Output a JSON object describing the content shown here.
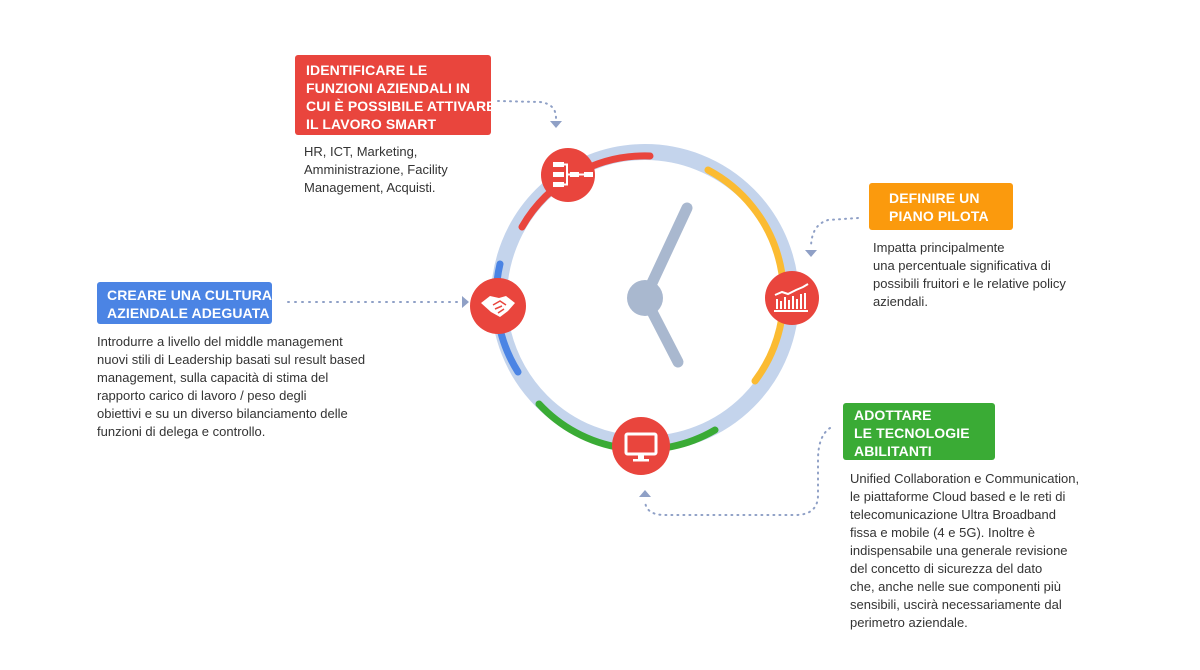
{
  "colors": {
    "red": "#e9453d",
    "blue": "#4b84e4",
    "orange": "#fb9a0d",
    "green": "#3aab35",
    "ring": "#c4d4ec",
    "hands": "#a9b8cf",
    "dots": "#8fa0c6"
  },
  "steps": [
    {
      "color": "red",
      "icon": "flowchart-icon",
      "title_lines": [
        "IDENTIFICARE LE",
        "FUNZIONI AZIENDALI IN",
        "CUI È POSSIBILE ATTIVARE",
        "IL LAVORO SMART"
      ],
      "description_lines": [
        "HR, ICT, Marketing,",
        "Amministrazione, Facility",
        "Management, Acquisti."
      ]
    },
    {
      "color": "orange",
      "icon": "growth-chart-icon",
      "title_lines": [
        "DEFINIRE UN",
        "PIANO PILOTA"
      ],
      "description_lines": [
        "Impatta principalmente",
        "una percentuale significativa di",
        "possibili fruitori e le relative policy",
        "aziendali."
      ]
    },
    {
      "color": "green",
      "icon": "monitor-icon",
      "title_lines": [
        "ADOTTARE",
        "LE TECNOLOGIE",
        "ABILITANTI"
      ],
      "description_lines": [
        "Unified Collaboration e Communication,",
        "le piattaforme Cloud based e le reti di",
        "telecomunicazione Ultra Broadband",
        "fissa e mobile (4 e 5G). Inoltre è",
        "indispensabile una generale revisione",
        "del concetto di sicurezza del dato",
        "che, anche nelle sue componenti più",
        "sensibili, uscirà necessariamente dal",
        "perimetro aziendale."
      ]
    },
    {
      "color": "blue",
      "icon": "handshake-icon",
      "title_lines": [
        "CREARE UNA CULTURA",
        "AZIENDALE ADEGUATA"
      ],
      "description_lines": [
        "Introdurre a livello del middle management",
        "nuovi stili di Leadership basati sul result based",
        "management, sulla capacità di stima del",
        "rapporto carico di lavoro / peso degli",
        "obiettivi e su un diverso bilanciamento delle",
        "funzioni di delega e controllo."
      ]
    }
  ]
}
